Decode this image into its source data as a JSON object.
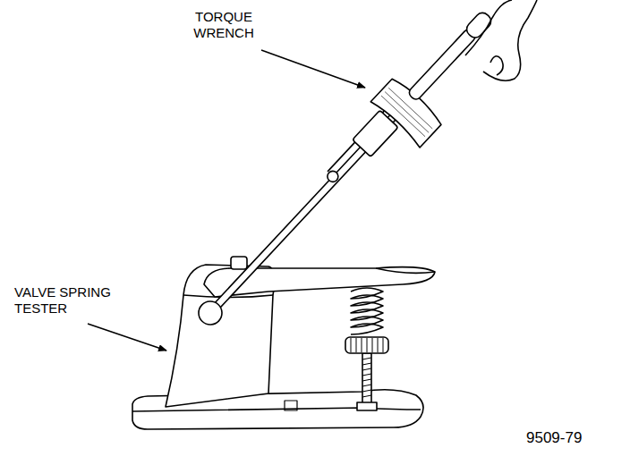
{
  "diagram": {
    "labels": [
      "TORQUE WRENCH",
      "VALVE SPRING TESTER",
      "9509-79"
    ]
  }
}
